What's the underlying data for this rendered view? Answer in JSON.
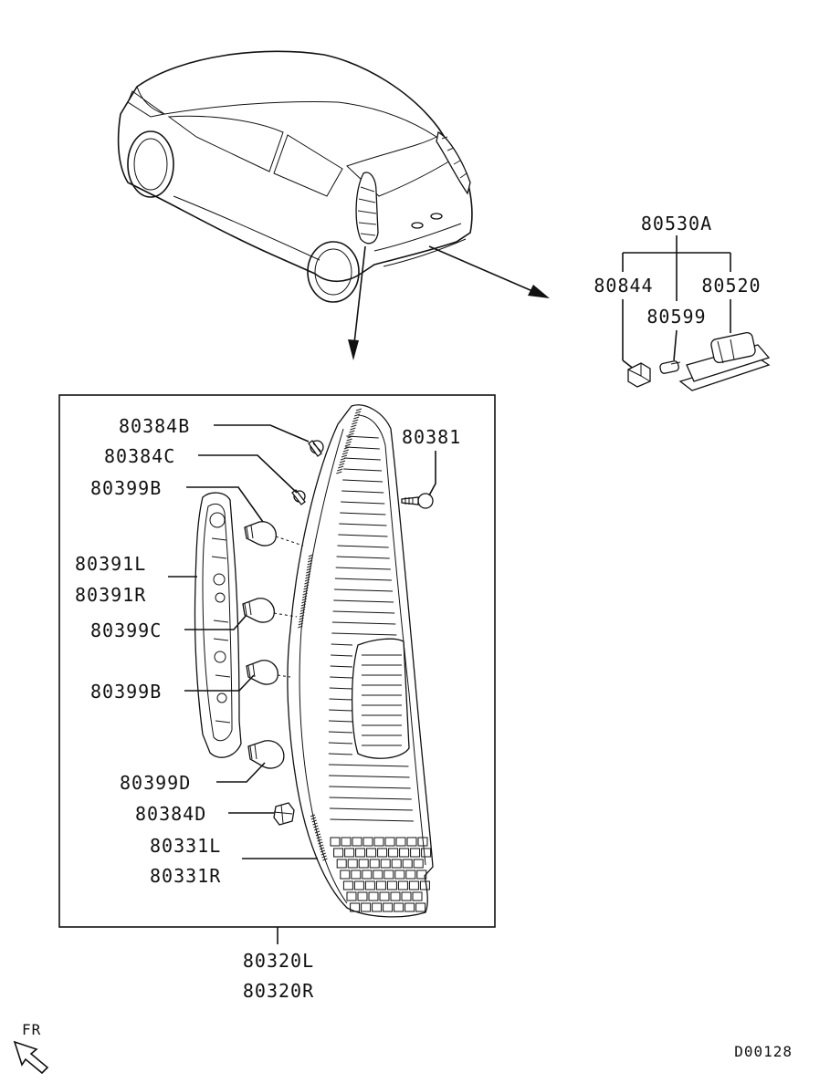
{
  "diagram_code": "D00128",
  "front_indicator": "FR",
  "license_lamp": {
    "assembly": "80530A",
    "parts": {
      "left": "80844",
      "center": "80599",
      "right": "80520"
    }
  },
  "combination_lamp": {
    "callouts": [
      {
        "id": "screw-top",
        "label": "80384B"
      },
      {
        "id": "screw-mid",
        "label": "80384C"
      },
      {
        "id": "bulb-1",
        "label": "80399B"
      },
      {
        "id": "socket-l",
        "label": "80391L"
      },
      {
        "id": "socket-r",
        "label": "80391R"
      },
      {
        "id": "bulb-2",
        "label": "80399C"
      },
      {
        "id": "bulb-3",
        "label": "80399B"
      },
      {
        "id": "bulb-4",
        "label": "80399D"
      },
      {
        "id": "clip",
        "label": "80384D"
      },
      {
        "id": "gasket-l",
        "label": "80331L"
      },
      {
        "id": "gasket-r",
        "label": "80331R"
      },
      {
        "id": "tapping-screw",
        "label": "80381"
      }
    ],
    "assembly": {
      "left": "80320L",
      "right": "80320R"
    }
  }
}
